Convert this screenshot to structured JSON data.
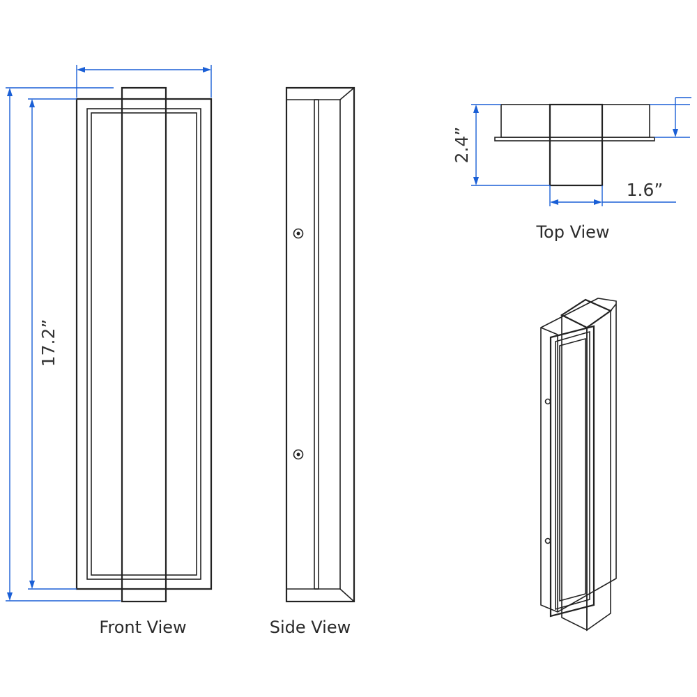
{
  "views": {
    "front": "Front View",
    "side": "Side View",
    "top": "Top View"
  },
  "dimensions": {
    "height": "17.2”",
    "depth": "2.4”",
    "width": "1.6”"
  },
  "colors": {
    "line": "#222222",
    "dimension": "#1a5fd6"
  }
}
